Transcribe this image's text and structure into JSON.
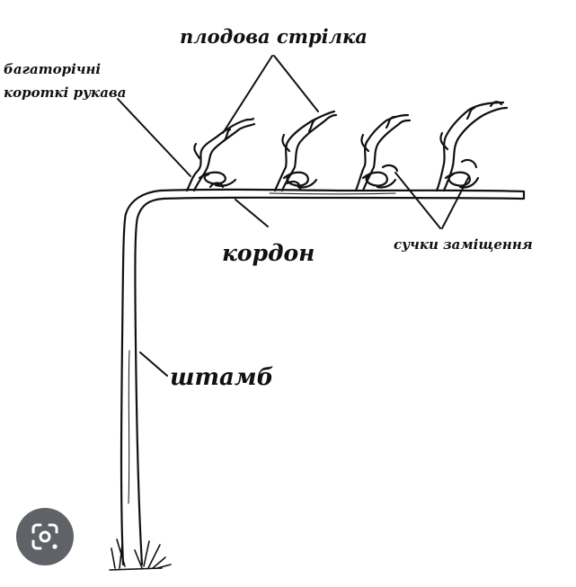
{
  "labels": {
    "fruiting_cane": "плодова стрілка",
    "perennial_arms_line1": "багаторічні",
    "perennial_arms_line2": "короткі рукава",
    "cordon": "кордон",
    "renewal_spurs": "сучки заміщення",
    "trunk": "штамб"
  },
  "lens_button": {
    "icon": "lens-search-icon",
    "color": "#5f6368"
  }
}
